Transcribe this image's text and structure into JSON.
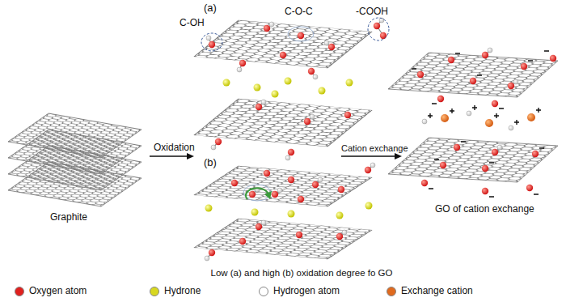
{
  "diagram": {
    "labels": [
      "(a)",
      "C-OH",
      "C-O-C",
      "-COOH",
      "Graphite",
      "Oxidation",
      "Cation exchange",
      "(b)",
      "GO of cation exchange",
      "Low (a) and high (b) oxidation degree fo GO"
    ],
    "legend": [
      {
        "text": "Oxygen atom",
        "color": "#e0201e"
      },
      {
        "text": "Hydrone",
        "color": "#d8d820"
      },
      {
        "text": "Hydrogen atom",
        "color": "#ffffff"
      },
      {
        "text": "Exchange cation",
        "color": "#e06a1e"
      }
    ]
  }
}
